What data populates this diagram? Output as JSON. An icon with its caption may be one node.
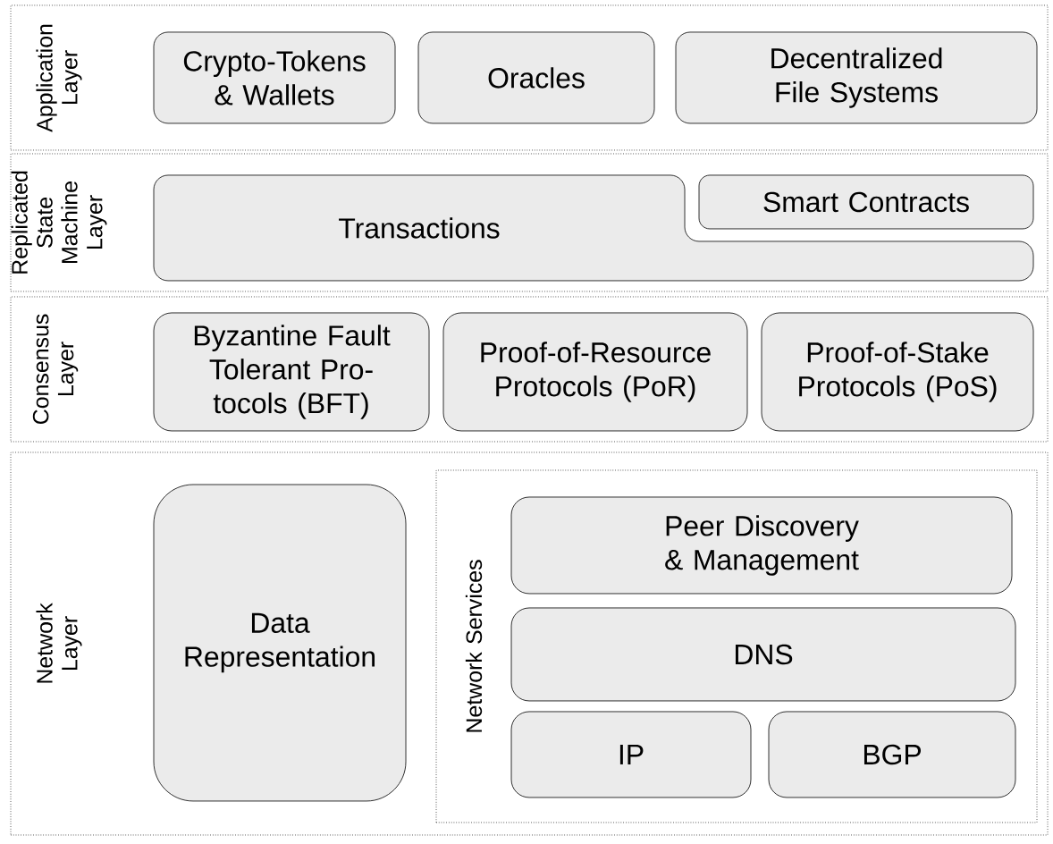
{
  "diagram": {
    "nodes": [
      {
        "text": [
          "Application Layer"
        ]
      },
      {
        "text": [
          "Crypto-Tokens & Wallets"
        ],
        "in": 0
      },
      {
        "text": [
          "Oracles"
        ],
        "in": 0
      },
      {
        "text": [
          "Decentralized File Systems"
        ],
        "in": 0
      },
      {
        "text": [
          "Replicated State Machine Layer"
        ]
      },
      {
        "text": [
          "Transactions"
        ],
        "in": 4
      },
      {
        "text": [
          "Smart Contracts"
        ],
        "in": 4
      },
      {
        "text": [
          "Consensus Layer"
        ]
      },
      {
        "text": [
          "Byzantine Fault Tolerant Pro- tocols (BFT)"
        ],
        "in": 7
      },
      {
        "text": [
          "Proof-of-Resource Protocols (PoR)"
        ],
        "in": 7
      },
      {
        "text": [
          "Proof-of-Stake Protocols (PoS)"
        ],
        "in": 7
      },
      {
        "text": [
          "Network Layer"
        ]
      },
      {
        "text": [
          "Data Representation"
        ],
        "in": 11
      },
      {
        "text": [
          "Network Services"
        ],
        "in": 11
      },
      {
        "text": [
          "Peer Discovery & Management"
        ],
        "in": 13
      },
      {
        "text": [
          "DNS"
        ],
        "in": 13
      },
      {
        "text": [
          "IP"
        ],
        "in": 13
      },
      {
        "text": [
          "BGP"
        ],
        "in": 13
      }
    ]
  }
}
